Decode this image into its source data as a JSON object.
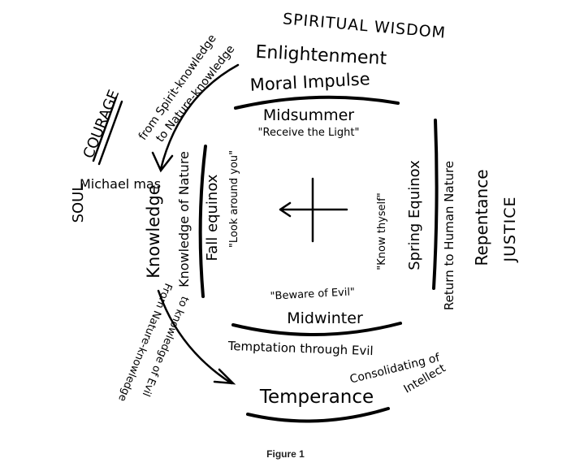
{
  "diagram": {
    "top": {
      "virtue": "SPIRITUAL WISDOM",
      "line1": "Enlightenment",
      "line2": "Moral Impulse",
      "season": "Midsummer",
      "motto": "\"Receive the Light\""
    },
    "left": {
      "virtue_a": "SOUL",
      "virtue_b": "COURAGE",
      "festival": "Michael mas",
      "outer": "Knowledge",
      "middle": "Knowledge of Nature",
      "season": "Fall equinox",
      "motto": "\"Look around you\""
    },
    "right": {
      "motto": "\"Know thyself\"",
      "season": "Spring Equinox",
      "middle": "Return to Human Nature",
      "outer": "Repentance",
      "virtue": "JUSTICE"
    },
    "bottom": {
      "motto": "\"Beware of Evil\"",
      "season": "Midwinter",
      "line1": "Temptation through Evil",
      "line2a": "Consolidating of",
      "line2b": "Intellect",
      "virtue": "Temperance"
    },
    "upper_arrow": {
      "line1": "from Spirit-knowledge",
      "line2": "to Nature-knowledge"
    },
    "lower_arrow": {
      "line1": "From Nature-knowledge",
      "line2": "to knowledge of Evil"
    }
  },
  "caption": "Figure 1"
}
